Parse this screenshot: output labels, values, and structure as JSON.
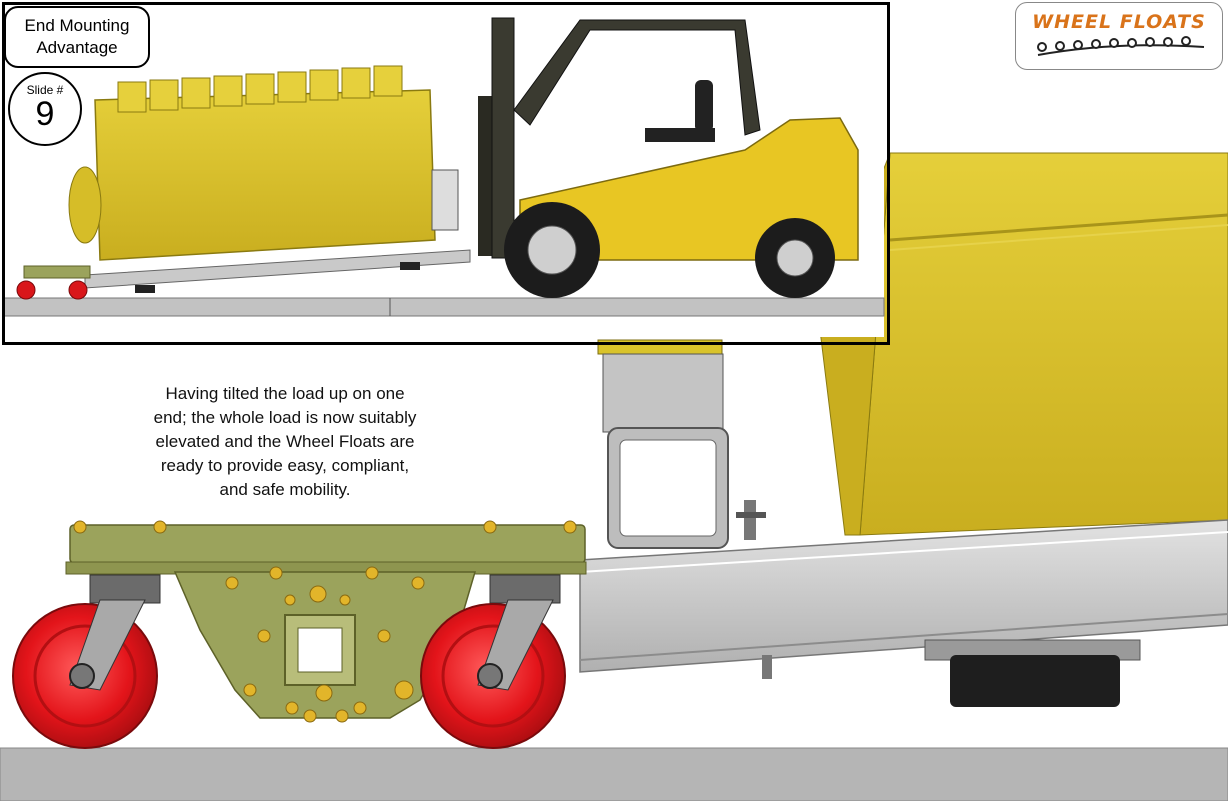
{
  "title": {
    "line1": "End Mounting",
    "line2": "Advantage"
  },
  "slide": {
    "label": "Slide #",
    "number": "9"
  },
  "logo": {
    "text": "WHEEL FLOATS"
  },
  "caption": [
    "Having tilted the load up on one",
    "end; the whole load is now suitably",
    "elevated and the Wheel Floats are",
    "ready to provide easy, compliant,",
    "and safe mobility."
  ],
  "colors": {
    "engine_yellow": "#d9c32a",
    "forklift_yellow": "#e8c623",
    "frame_olive": "#9ba35c",
    "wheel_red": "#d9161a",
    "rail_gray": "#c9c9c9",
    "floor_gray": "#b5b5b5"
  }
}
